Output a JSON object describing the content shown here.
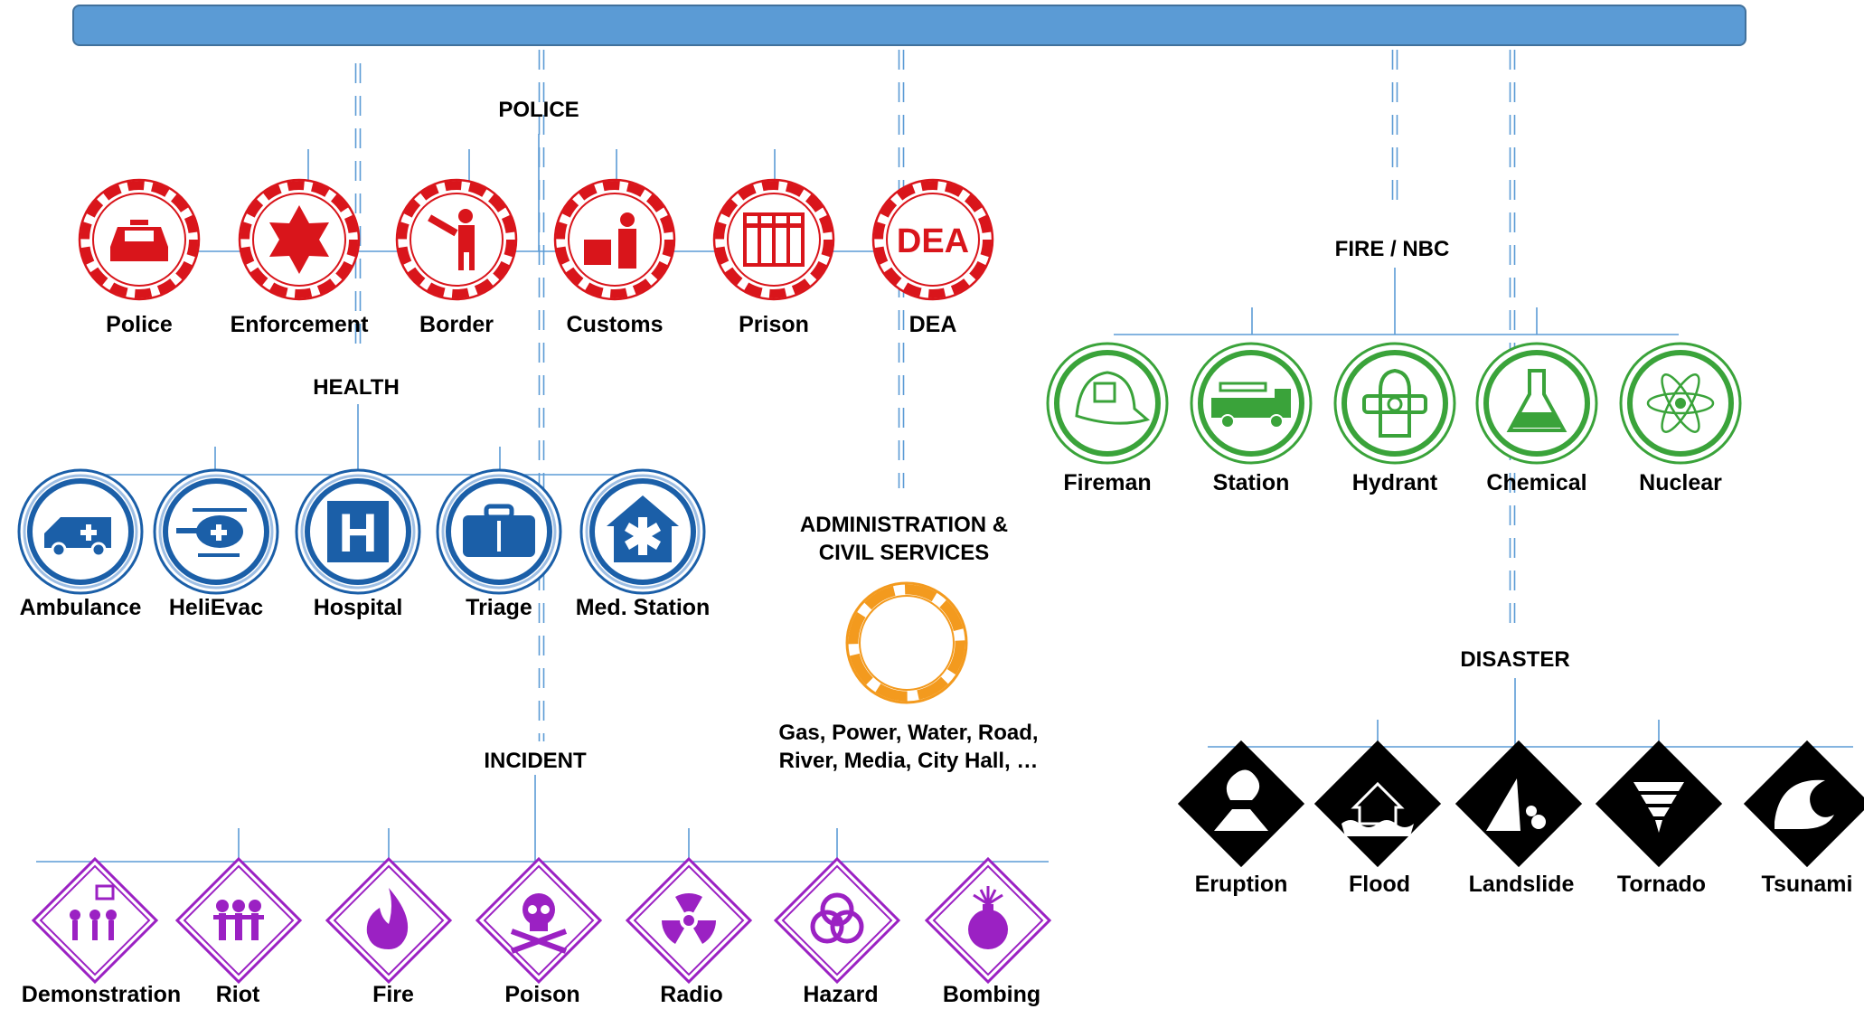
{
  "groups": {
    "police": {
      "title": "POLICE",
      "color": "#d9151b",
      "items": [
        {
          "label": "Police",
          "icon": "police-car-icon"
        },
        {
          "label": "Enforcement",
          "icon": "sheriff-star-icon"
        },
        {
          "label": "Border",
          "icon": "border-guard-icon"
        },
        {
          "label": "Customs",
          "icon": "customs-officer-icon"
        },
        {
          "label": "Prison",
          "icon": "prison-bars-icon"
        },
        {
          "label": "DEA",
          "icon": "dea-text-icon",
          "icon_text": "DEA"
        }
      ]
    },
    "health": {
      "title": "HEALTH",
      "color": "#1b5fa8",
      "items": [
        {
          "label": "Ambulance",
          "icon": "ambulance-icon"
        },
        {
          "label": "HeliEvac",
          "icon": "helicopter-icon"
        },
        {
          "label": "Hospital",
          "icon": "hospital-h-icon",
          "icon_text": "H"
        },
        {
          "label": "Triage",
          "icon": "medical-bag-icon"
        },
        {
          "label": "Med. Station",
          "icon": "medical-station-icon"
        }
      ]
    },
    "admin": {
      "title": "ADMINISTRATION &\nCIVIL SERVICES",
      "color": "#f39a1e",
      "caption": "Gas, Power, Water, Road,\nRiver, Media, City Hall, …"
    },
    "fire": {
      "title": "FIRE / NBC",
      "color": "#3aa33a",
      "items": [
        {
          "label": "Fireman",
          "icon": "fireman-helmet-icon"
        },
        {
          "label": "Station",
          "icon": "fire-truck-icon"
        },
        {
          "label": "Hydrant",
          "icon": "hydrant-icon"
        },
        {
          "label": "Chemical",
          "icon": "chemical-flask-icon"
        },
        {
          "label": "Nuclear",
          "icon": "atom-icon"
        }
      ]
    },
    "incident": {
      "title": "INCIDENT",
      "color": "#9b21c3",
      "items": [
        {
          "label": "Demonstration",
          "icon": "demonstration-icon"
        },
        {
          "label": "Riot",
          "icon": "riot-icon"
        },
        {
          "label": "Fire",
          "icon": "flame-icon"
        },
        {
          "label": "Poison",
          "icon": "skull-icon"
        },
        {
          "label": "Radio",
          "icon": "radiation-icon"
        },
        {
          "label": "Hazard",
          "icon": "biohazard-icon"
        },
        {
          "label": "Bombing",
          "icon": "bomb-icon"
        }
      ]
    },
    "disaster": {
      "title": "DISASTER",
      "color": "#000000",
      "items": [
        {
          "label": "Eruption",
          "icon": "volcano-icon"
        },
        {
          "label": "Flood",
          "icon": "flood-house-icon"
        },
        {
          "label": "Landslide",
          "icon": "landslide-icon"
        },
        {
          "label": "Tornado",
          "icon": "tornado-icon"
        },
        {
          "label": "Tsunami",
          "icon": "wave-icon"
        }
      ]
    }
  },
  "colors": {
    "bar": "#5b9bd5",
    "connector": "#5b9bd5"
  }
}
